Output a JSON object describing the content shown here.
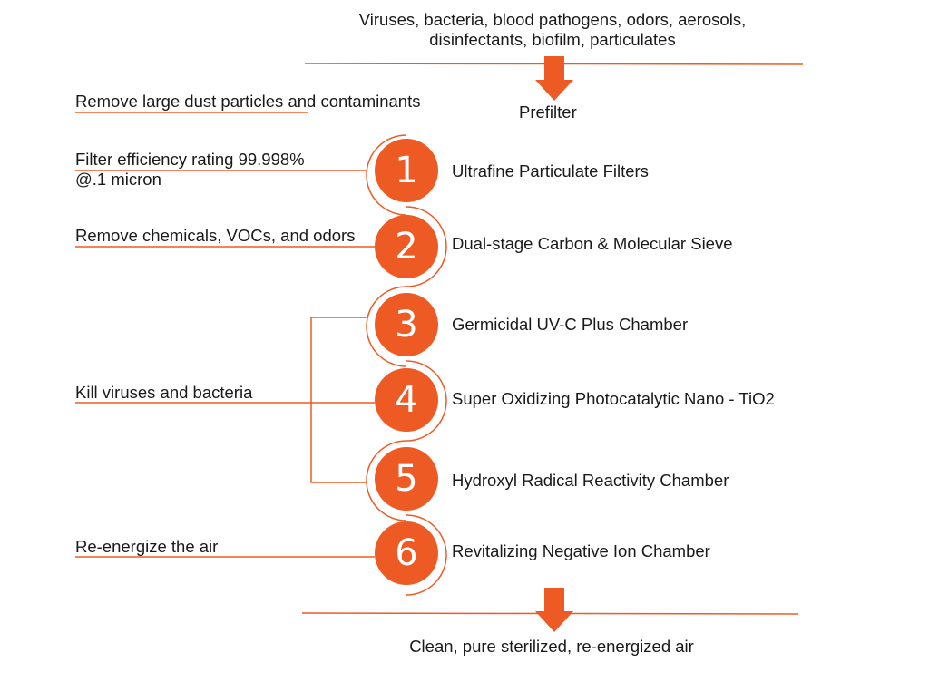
{
  "top_text": [
    "Viruses, bacteria, blood pathogens, odors, aerosols,",
    "disinfectants, biofilm, particulates"
  ],
  "prefilter": {
    "label": "Prefilter",
    "note": "Remove large dust particles and contaminants"
  },
  "steps": [
    {
      "number": "1",
      "label": "Ultrafine Particulate Filters"
    },
    {
      "number": "2",
      "label": "Dual-stage Carbon & Molecular Sieve"
    },
    {
      "number": "3",
      "label": "Germicidal UV-C Plus Chamber"
    },
    {
      "number": "4",
      "label": "Super Oxidizing Photocatalytic Nano - TiO2"
    },
    {
      "number": "5",
      "label": "Hydroxyl Radical Reactivity Chamber"
    },
    {
      "number": "6",
      "label": "Revitalizing Negative Ion Chamber"
    }
  ],
  "notes": {
    "filter_efficiency": [
      "Filter efficiency rating 99.998%",
      "@.1 micron"
    ],
    "remove_chemicals": "Remove chemicals, VOCs, and odors",
    "kill": "Kill viruses and bacteria",
    "reenergize": "Re-energize the air"
  },
  "bottom_text": "Clean, pure sterilized, re-energized air",
  "colors": {
    "accent": "#ee5a24",
    "text": "#1a1a1a"
  }
}
